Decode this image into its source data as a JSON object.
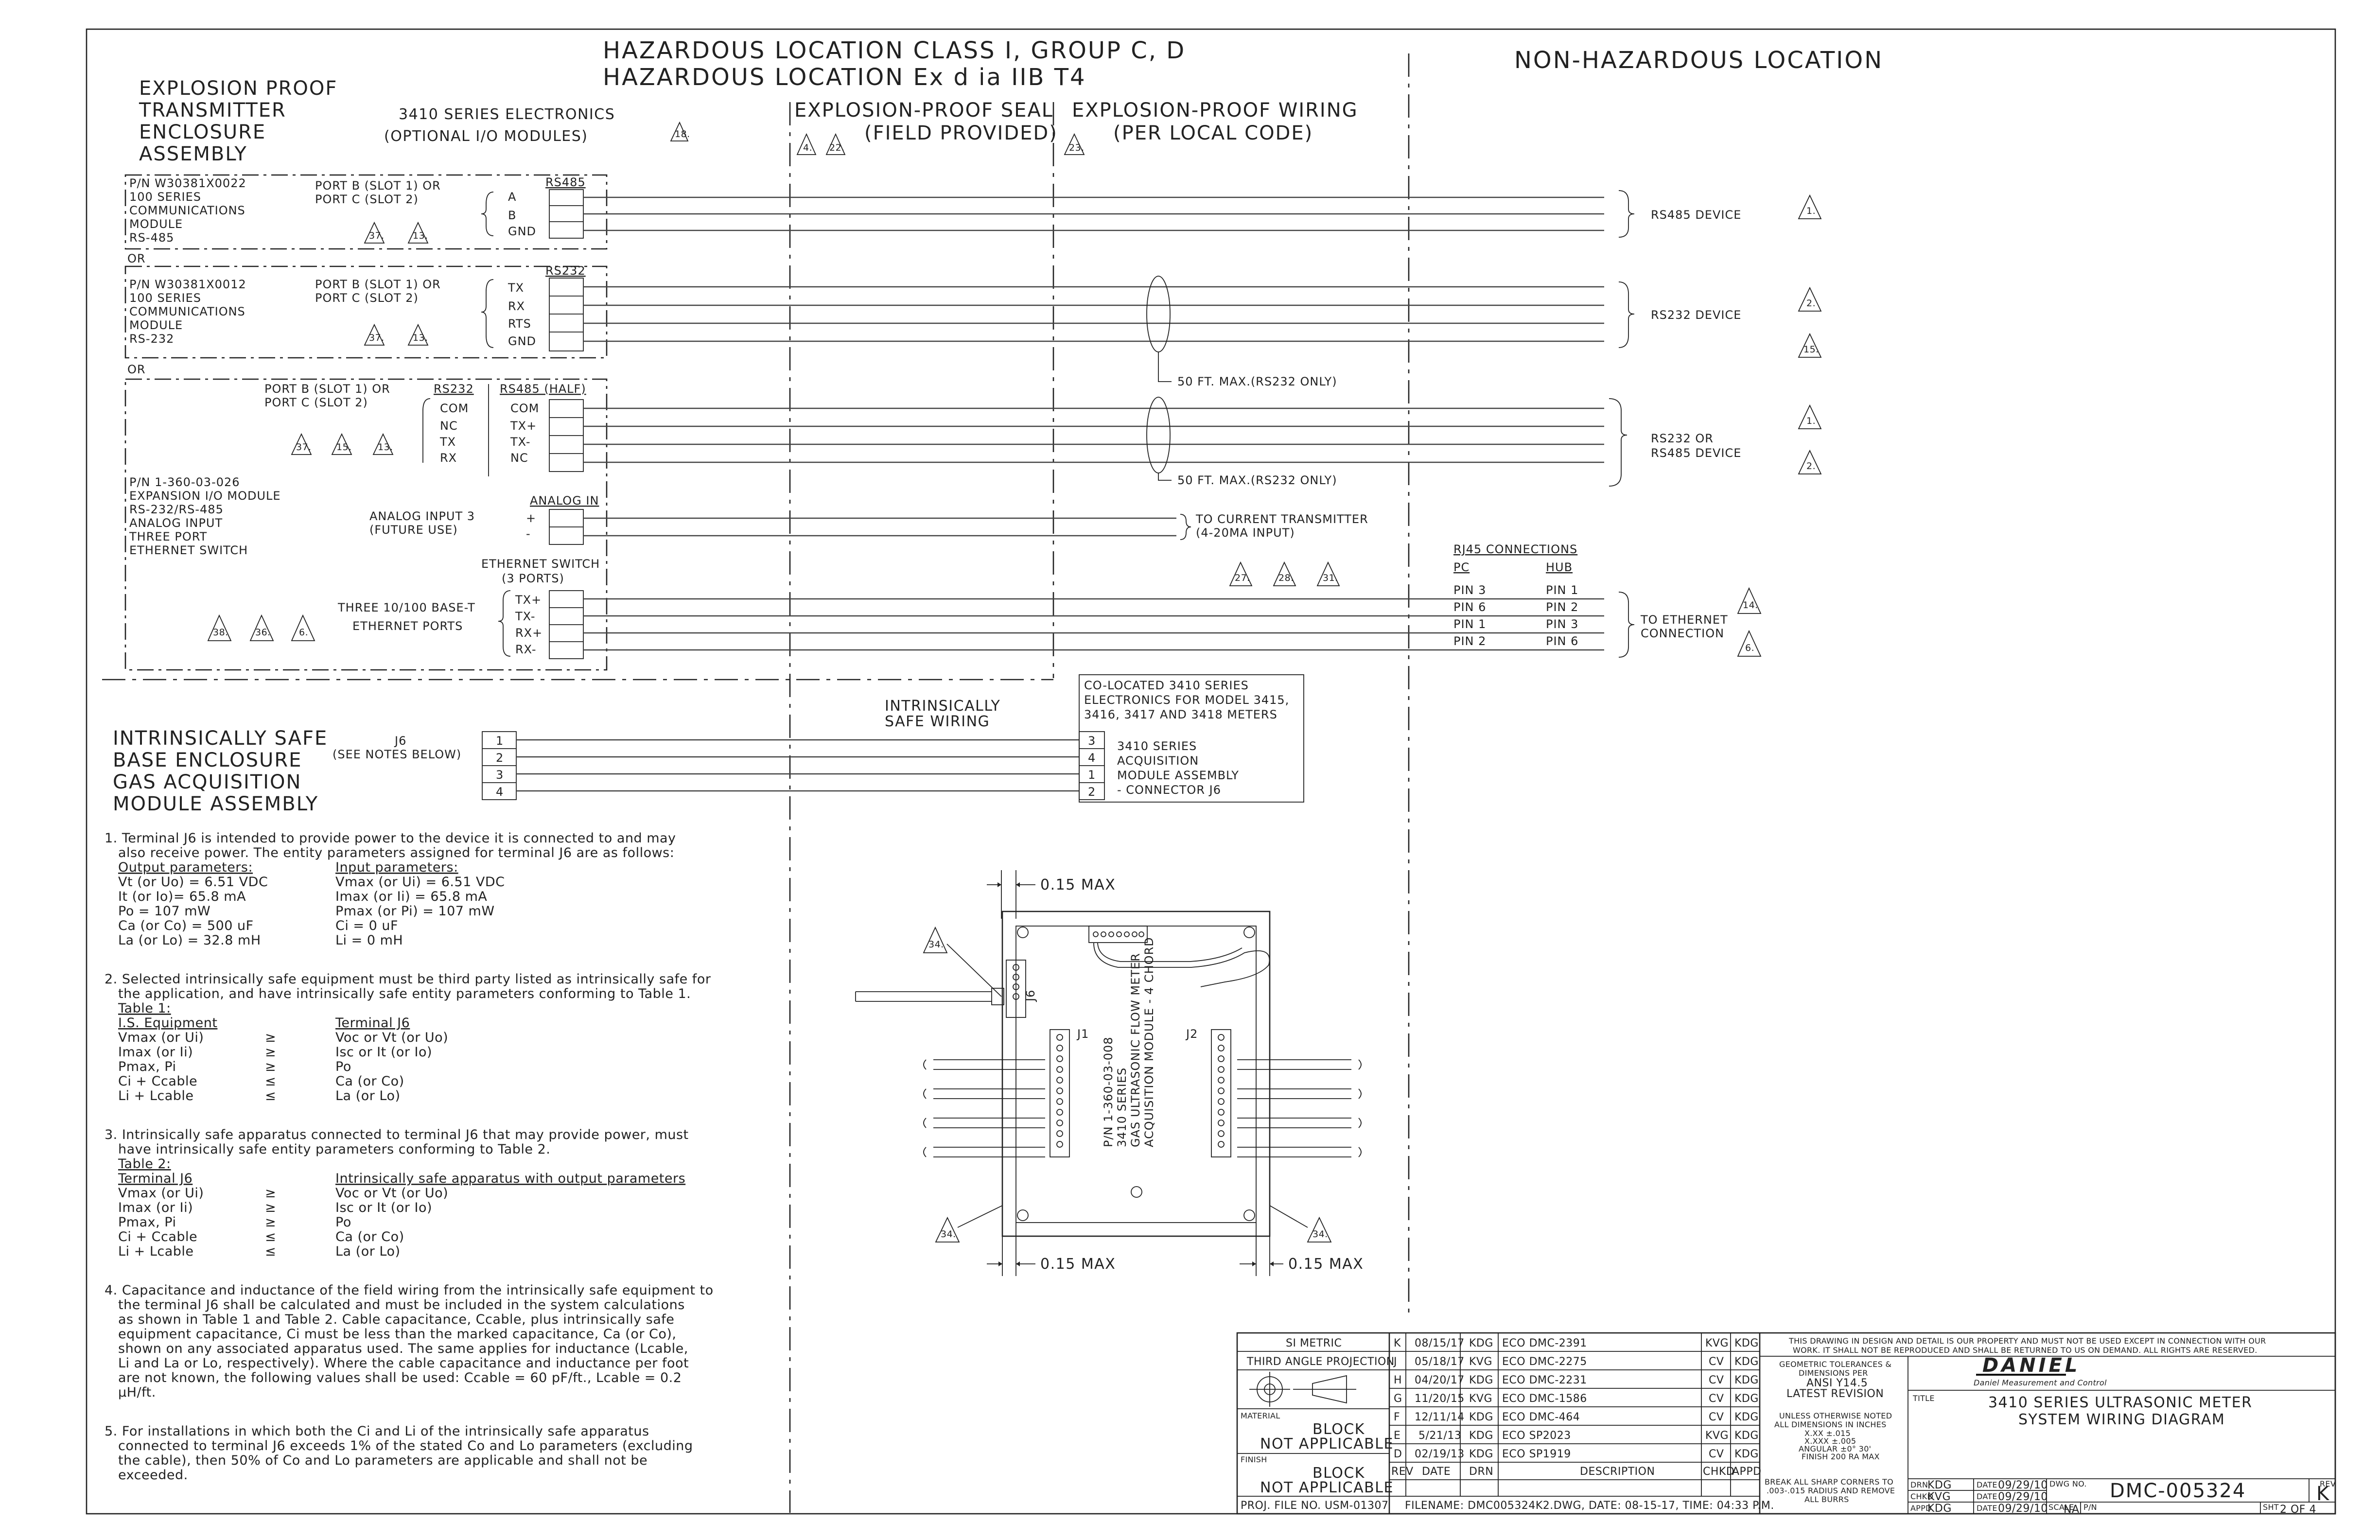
{
  "header": {
    "hazardous_line1": "HAZARDOUS LOCATION CLASS I, GROUP C, D",
    "hazardous_line2": "HAZARDOUS LOCATION Ex d ia IIB T4",
    "non_hazardous": "NON-HAZARDOUS LOCATION"
  },
  "assembly_title": [
    "EXPLOSION PROOF",
    "TRANSMITTER",
    "ENCLOSURE",
    "ASSEMBLY"
  ],
  "electronics_label": [
    "3410 SERIES ELECTRONICS",
    "(OPTIONAL I/O MODULES)"
  ],
  "seal_label": [
    "EXPLOSION-PROOF SEAL",
    "(FIELD PROVIDED)"
  ],
  "wiring_label": [
    "EXPLOSION-PROOF WIRING",
    "(PER LOCAL CODE)"
  ],
  "module1": {
    "pn": [
      "P/N W30381X0022",
      "100 SERIES",
      "COMMUNICATIONS",
      "MODULE",
      "RS-485"
    ],
    "port": [
      "PORT B (SLOT 1) OR",
      "PORT C (SLOT 2)"
    ],
    "block_title": "RS485",
    "terminals": [
      "A",
      "B",
      "GND"
    ],
    "device": "RS485 DEVICE"
  },
  "or1": "OR",
  "module2": {
    "pn": [
      "P/N W30381X0012",
      "100 SERIES",
      "COMMUNICATIONS",
      "MODULE",
      "RS-232"
    ],
    "port": [
      "PORT B (SLOT 1) OR",
      "PORT C (SLOT 2)"
    ],
    "block_title": "RS232",
    "terminals": [
      "TX",
      "RX",
      "RTS",
      "GND"
    ],
    "device": "RS232 DEVICE",
    "max_note": "50 FT. MAX.(RS232 ONLY)"
  },
  "or2": "OR",
  "module3": {
    "port": [
      "PORT B (SLOT 1) OR",
      "PORT C (SLOT 2)"
    ],
    "rs232_title": "RS232",
    "rs485_title": "RS485 (HALF)",
    "rs232_terms": [
      "COM",
      "NC",
      "TX",
      "RX"
    ],
    "rs485_terms": [
      "COM",
      "TX+",
      "TX-",
      "NC"
    ],
    "device": [
      "RS232 OR",
      "RS485 DEVICE"
    ],
    "max_note": "50 FT. MAX.(RS232 ONLY)",
    "pn": [
      "P/N 1-360-03-026",
      "EXPANSION I/O MODULE",
      "RS-232/RS-485",
      "ANALOG INPUT",
      "THREE PORT",
      "ETHERNET SWITCH"
    ],
    "analog_label": [
      "ANALOG INPUT 3",
      "(FUTURE USE)"
    ],
    "analog_title": "ANALOG IN",
    "analog_terms": [
      "+",
      "-"
    ],
    "current_tx": [
      "TO CURRENT TRANSMITTER",
      "(4-20MA INPUT)"
    ],
    "eth_title": [
      "ETHERNET SWITCH",
      "(3 PORTS)"
    ],
    "eth_label": [
      "THREE 10/100 BASE-T",
      "ETHERNET PORTS"
    ],
    "eth_terms": [
      "TX+",
      "TX-",
      "RX+",
      "RX-"
    ],
    "rj45_title": "RJ45 CONNECTIONS",
    "rj45_pc": "PC",
    "rj45_hub": "HUB",
    "rj45_rows": [
      [
        "PIN 3",
        "PIN 1"
      ],
      [
        "PIN 6",
        "PIN 2"
      ],
      [
        "PIN 1",
        "PIN 3"
      ],
      [
        "PIN 2",
        "PIN 6"
      ]
    ],
    "eth_device": [
      "TO ETHERNET",
      "CONNECTION"
    ]
  },
  "notes_refs": {
    "n18": "18.",
    "n4": "4.",
    "n22": "22.",
    "n23": "23.",
    "n37": "37.",
    "n13": "13.",
    "n15": "15.",
    "n1": "1.",
    "n2": "2.",
    "n27": "27.",
    "n28": "28.",
    "n31": "31.",
    "n38": "38.",
    "n36": "36.",
    "n6": "6.",
    "n14": "14.",
    "n34": "34."
  },
  "is_section": {
    "title": [
      "INTRINSICALLY SAFE",
      "BASE ENCLOSURE",
      "GAS ACQUISITION",
      "MODULE ASSEMBLY"
    ],
    "j6": [
      "J6",
      "(SEE NOTES BELOW)"
    ],
    "j6_pins": [
      "1",
      "2",
      "3",
      "4"
    ],
    "is_wiring": [
      "INTRINSICALLY",
      "SAFE WIRING"
    ],
    "colocated": [
      "CO-LOCATED 3410 SERIES",
      "ELECTRONICS FOR MODEL 3415,",
      "3416, 3417 AND 3418 METERS"
    ],
    "colocated_pins": [
      "3",
      "4",
      "1",
      "2"
    ],
    "colocated_module": [
      "3410 SERIES",
      "ACQUISITION",
      "MODULE ASSEMBLY",
      "- CONNECTOR J6"
    ]
  },
  "board": {
    "max_top": "0.15 MAX",
    "max_left": "0.15 MAX",
    "max_right": "0.15 MAX",
    "j6": "J6",
    "j1": "J1",
    "j2": "J2",
    "text": [
      "P/N 1-360-03-008",
      "3410 SERIES",
      "GAS ULTRASONIC FLOW METER",
      "ACQUISITION MODULE - 4 CHORD"
    ]
  },
  "notes": {
    "n1_lines": [
      "1. Terminal J6 is intended to provide power to the device it is connected to and may",
      "also receive power. The entity parameters assigned for terminal J6 are as follows:"
    ],
    "n1_out_title": "Output parameters:",
    "n1_in_title": "Input parameters:",
    "n1_rows": [
      [
        "Vt (or Uo) = 6.51 VDC",
        "Vmax (or Ui) = 6.51 VDC"
      ],
      [
        "It (or Io)= 65.8 mA",
        "Imax (or Ii) = 65.8 mA"
      ],
      [
        "Po = 107 mW",
        "Pmax (or Pi) = 107 mW"
      ],
      [
        "Ca (or Co) = 500 uF",
        "Ci = 0 uF"
      ],
      [
        "La (or Lo) = 32.8 mH",
        "Li = 0 mH"
      ]
    ],
    "n2_lines": [
      "2. Selected intrinsically safe equipment must be third party listed as intrinsically safe for",
      "the application, and have intrinsically safe entity parameters conforming to Table 1."
    ],
    "n2_table_title": "Table 1:",
    "n2_head": [
      "I.S. Equipment",
      "Terminal J6"
    ],
    "n2_rows": [
      [
        "Vmax (or Ui)",
        "≥",
        "Voc or Vt (or Uo)"
      ],
      [
        "Imax (or Ii)",
        "≥",
        "Isc or It (or Io)"
      ],
      [
        "Pmax, Pi",
        "≥",
        "Po"
      ],
      [
        "Ci + Ccable",
        "≤",
        "Ca (or Co)"
      ],
      [
        "Li + Lcable",
        "≤",
        "La (or Lo)"
      ]
    ],
    "n3_lines": [
      "3. Intrinsically safe apparatus connected to terminal J6 that may provide power, must",
      "have intrinsically safe entity parameters conforming to Table 2."
    ],
    "n3_table_title": "Table 2:",
    "n3_head": [
      "Terminal J6",
      "Intrinsically safe apparatus with output parameters"
    ],
    "n3_rows": [
      [
        "Vmax (or Ui)",
        "≥",
        "Voc or Vt (or Uo)"
      ],
      [
        "Imax (or Ii)",
        "≥",
        "Isc or It (or Io)"
      ],
      [
        "Pmax, Pi",
        "≥",
        "Po"
      ],
      [
        "Ci + Ccable",
        "≤",
        "Ca (or Co)"
      ],
      [
        "Li + Lcable",
        "≤",
        "La (or Lo)"
      ]
    ],
    "n4_lines": [
      "4. Capacitance and inductance of the field wiring from the intrinsically safe equipment to",
      "the terminal J6 shall be calculated and must be included in the system calculations",
      "as shown in Table 1 and Table 2. Cable capacitance, Ccable, plus intrinsically safe",
      "equipment capacitance, Ci must be less than the marked capacitance, Ca (or Co),",
      "shown on any associated apparatus used. The same applies for inductance (Lcable,",
      "Li and La or Lo, respectively). Where the cable capacitance and inductance per foot",
      "are not known, the following values shall be used: Ccable = 60 pF/ft., Lcable = 0.2",
      "μH/ft."
    ],
    "n5_lines": [
      "5. For installations in which both the Ci and Li of the intrinsically safe apparatus",
      "connected to terminal J6 exceeds 1% of the stated Co and Lo parameters (excluding",
      "the cable), then 50% of Co and Lo parameters are applicable and shall not be",
      "exceeded."
    ]
  },
  "title_block": {
    "si_metric": "SI METRIC",
    "projection": "THIRD ANGLE PROJECTION",
    "material_label": "MATERIAL",
    "material": [
      "BLOCK",
      "NOT APPLICABLE"
    ],
    "finish_label": "FINISH",
    "finish": [
      "BLOCK",
      "NOT APPLICABLE"
    ],
    "proj_file": "PROJ. FILE NO. USM-01307",
    "revisions": [
      [
        "K",
        "08/15/17",
        "KDG",
        "ECO DMC-2391",
        "KVG",
        "KDG"
      ],
      [
        "J",
        "05/18/17",
        "KVG",
        "ECO DMC-2275",
        "CV",
        "KDG"
      ],
      [
        "H",
        "04/20/17",
        "KDG",
        "ECO DMC-2231",
        "CV",
        "KDG"
      ],
      [
        "G",
        "11/20/15",
        "KVG",
        "ECO DMC-1586",
        "CV",
        "KDG"
      ],
      [
        "F",
        "12/11/14",
        "KDG",
        "ECO DMC-464",
        "CV",
        "KDG"
      ],
      [
        "E",
        "5/21/13",
        "KDG",
        "ECO SP2023",
        "KVG",
        "KDG"
      ],
      [
        "D",
        "02/19/13",
        "KDG",
        "ECO SP1919",
        "CV",
        "KDG"
      ]
    ],
    "rev_head": [
      "REV",
      "DATE",
      "DRN",
      "DESCRIPTION",
      "CHKD",
      "APPD"
    ],
    "filename": "FILENAME: DMC005324K2.DWG, DATE: 08-15-17, TIME: 04:33 P.M.",
    "property": [
      "THIS DRAWING IN DESIGN AND DETAIL IS OUR PROPERTY AND MUST NOT BE USED EXCEPT IN CONNECTION WITH OUR",
      "WORK. IT SHALL NOT BE REPRODUCED AND SHALL BE RETURNED TO US ON DEMAND. ALL RIGHTS ARE RESERVED."
    ],
    "tolerances": [
      "GEOMETRIC TOLERANCES &",
      "DIMENSIONS PER",
      "ANSI Y14.5",
      "LATEST REVISION"
    ],
    "unless": [
      "UNLESS OTHERWISE NOTED",
      "ALL DIMENSIONS IN INCHES",
      "X.XX ±.015",
      "X.XXX ±.005",
      "ANGULAR ±0° 30'",
      "FINISH 200 RA MAX"
    ],
    "break_edges": [
      "BREAK ALL SHARP CORNERS TO",
      ".003-.015 RADIUS AND REMOVE",
      "ALL BURRS"
    ],
    "logo": "DANIEL",
    "logo_sub": "Daniel Measurement and Control",
    "title_label": "TITLE",
    "title": [
      "3410 SERIES ULTRASONIC METER",
      "SYSTEM WIRING DIAGRAM"
    ],
    "drn": [
      "DRN",
      "KDG",
      "DATE",
      "09/29/10"
    ],
    "chkd": [
      "CHKD",
      "KVG",
      "DATE",
      "09/29/10"
    ],
    "appd": [
      "APPD",
      "KDG",
      "DATE",
      "09/29/10"
    ],
    "dwg_no_label": "DWG NO.",
    "dwg_no": "DMC-005324",
    "rev_label": "REV",
    "rev": "K",
    "scale_label": "SCALE",
    "scale": "NA",
    "pn_label": "P/N",
    "sheet_label": "SHT",
    "sheet": "2 OF 4"
  }
}
